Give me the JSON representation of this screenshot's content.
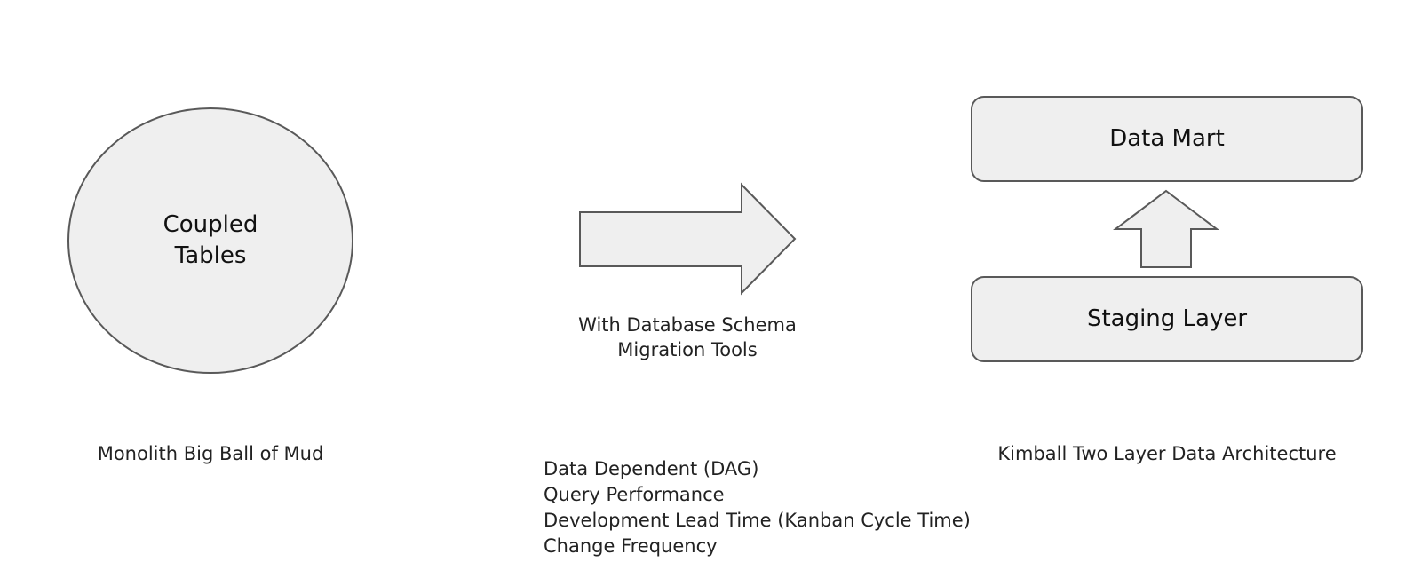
{
  "diagram": {
    "left": {
      "shape_lines": [
        "Coupled",
        "Tables"
      ],
      "caption": "Monolith Big Ball of Mud"
    },
    "middle": {
      "arrow_caption_lines": [
        "With Database Schema",
        "Migration Tools"
      ],
      "factors": [
        "Data Dependent (DAG)",
        "Query Performance",
        "Development Lead Time (Kanban Cycle Time)",
        "Change Frequency"
      ]
    },
    "right": {
      "top_box": "Data Mart",
      "bottom_box": "Staging Layer",
      "caption": "Kimball Two Layer Data Architecture"
    }
  },
  "colors": {
    "shape_fill": "#efefef",
    "shape_stroke": "#595959",
    "text": "#222222"
  }
}
